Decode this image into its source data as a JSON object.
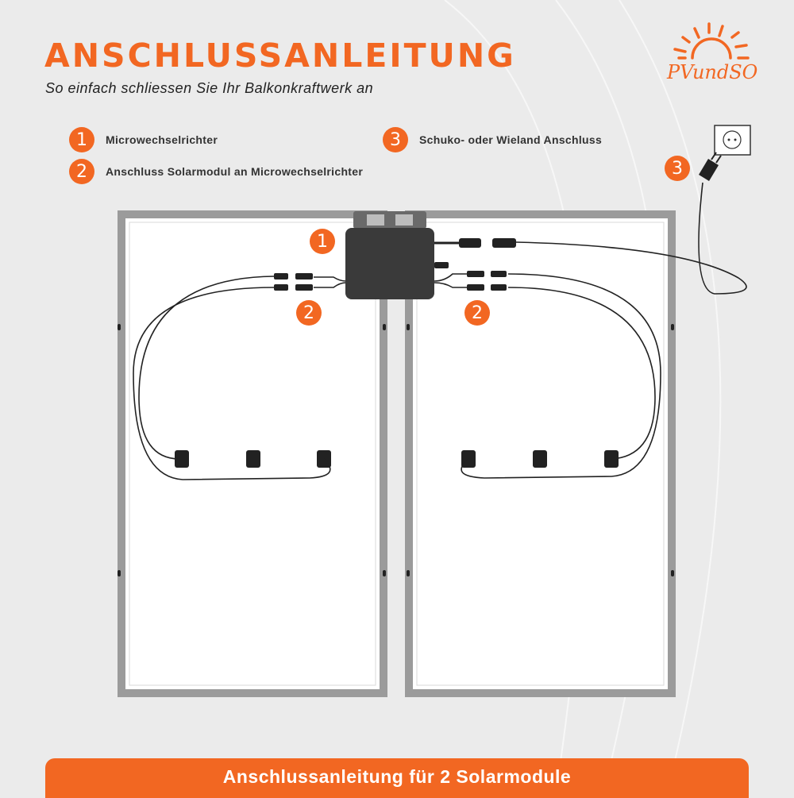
{
  "header": {
    "title": "ANSCHLUSSANLEITUNG",
    "subtitle": "So einfach schliessen Sie Ihr Balkonkraftwerk an",
    "logo_text": "PVundSO"
  },
  "legend": [
    {
      "number": "1",
      "label": "Microwechselrichter"
    },
    {
      "number": "2",
      "label": "Anschluss Solarmodul an Microwechselrichter"
    },
    {
      "number": "3",
      "label": "Schuko- oder Wieland Anschluss"
    }
  ],
  "diagram_badges": {
    "inverter": "1",
    "left_panel": "2",
    "right_panel": "2",
    "plug": "3"
  },
  "footer": {
    "label": "Anschlussanleitung für 2 Solarmodule"
  },
  "colors": {
    "accent": "#f26722",
    "frame": "#9b9b9b",
    "inverter": "#3a3a3a",
    "background": "#ebebeb"
  }
}
